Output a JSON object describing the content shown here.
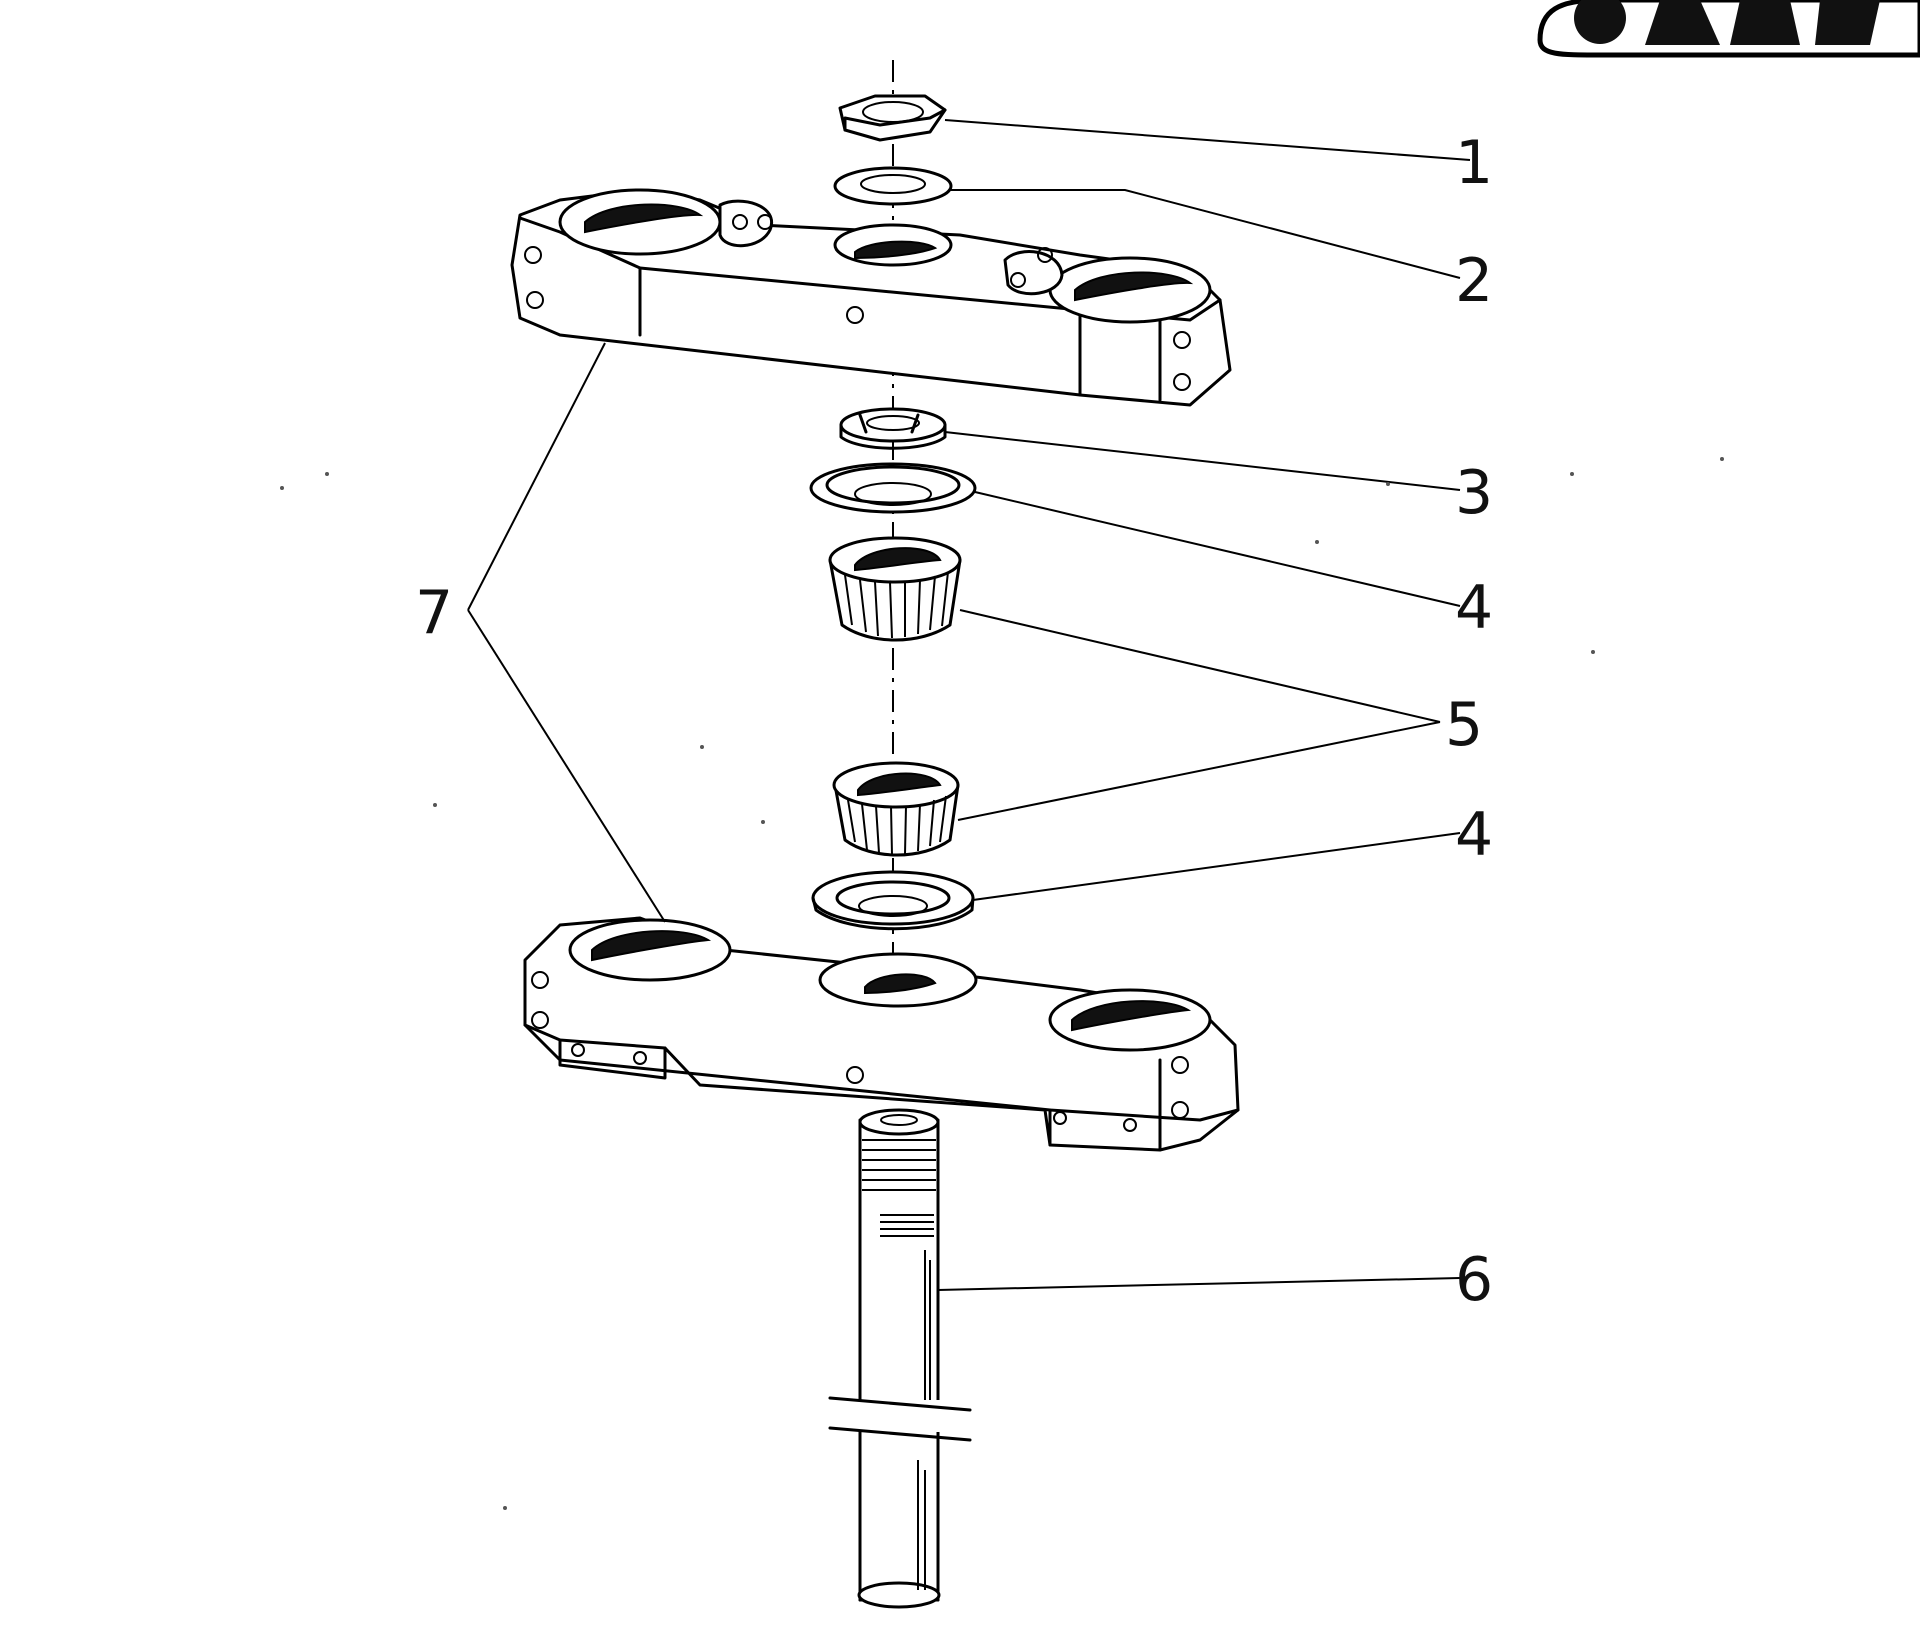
{
  "callouts": {
    "c1": "1",
    "c2": "2",
    "c3": "3",
    "c4_upper": "4",
    "c5": "5",
    "c4_lower": "4",
    "c6": "6",
    "c7": "7"
  }
}
